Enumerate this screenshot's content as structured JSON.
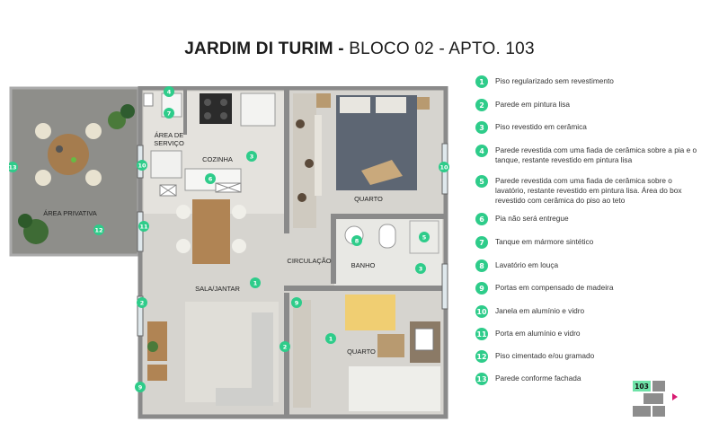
{
  "header": {
    "title_bold": "JARDIM DI TURIM -",
    "title_rest": " BLOCO 02 - APTO. 103"
  },
  "rooms": {
    "area_privativa": "ÁREA PRIVATIVA",
    "area_servico_1": "ÁREA DE",
    "area_servico_2": "SERVIÇO",
    "cozinha": "COZINHA",
    "quarto_top": "QUARTO",
    "circulacao": "CIRCULAÇÃO",
    "banho": "BANHO",
    "sala_jantar": "SALA/JANTAR",
    "quarto_bottom": "QUARTO"
  },
  "legend": [
    {
      "num": "1",
      "text": "Piso regularizado sem revestimento"
    },
    {
      "num": "2",
      "text": "Parede em pintura lisa"
    },
    {
      "num": "3",
      "text": "Piso revestido em cerâmica"
    },
    {
      "num": "4",
      "text": "Parede revestida com uma fiada de cerâmica sobre a pia e o tanque, restante revestido em pintura lisa"
    },
    {
      "num": "5",
      "text": "Parede revestida com uma fiada de cerâmica sobre o lavatório, restante revestido em pintura lisa. Área do box revestido com cerâmica do piso ao teto"
    },
    {
      "num": "6",
      "text": "Pia não será entregue"
    },
    {
      "num": "7",
      "text": "Tanque em mármore sintético"
    },
    {
      "num": "8",
      "text": "Lavatório em louça"
    },
    {
      "num": "9",
      "text": "Portas em compensado de madeira"
    },
    {
      "num": "10",
      "text": "Janela em alumínio e vidro"
    },
    {
      "num": "11",
      "text": "Porta em alumínio e vidro"
    },
    {
      "num": "12",
      "text": "Piso cimentado e/ou gramado"
    },
    {
      "num": "13",
      "text": "Parede conforme fachada"
    }
  ],
  "plan_badges": [
    "4",
    "7",
    "10",
    "3",
    "6",
    "10",
    "13",
    "12",
    "11",
    "8",
    "5",
    "3",
    "1",
    "9",
    "2",
    "2",
    "1",
    "9"
  ],
  "key_plan": {
    "unit": "103"
  },
  "colors": {
    "badge": "#2ecc8a",
    "accent": "#d81b72",
    "wall": "#8a8a8a"
  }
}
